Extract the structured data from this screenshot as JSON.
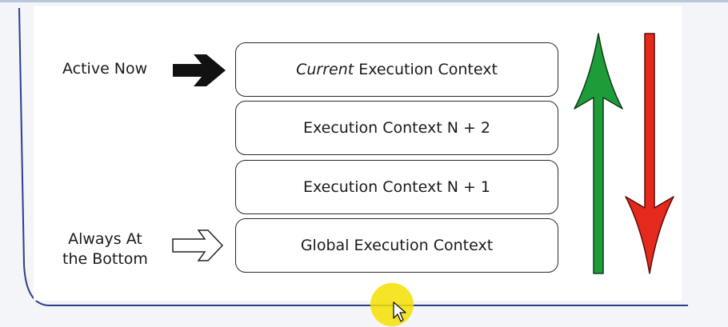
{
  "diagram": {
    "contexts": [
      {
        "emphasis": "Current",
        "label": "Execution Context"
      },
      {
        "emphasis": "",
        "label": "Execution Context N + 2"
      },
      {
        "emphasis": "",
        "label": "Execution Context N + 1"
      },
      {
        "emphasis": "",
        "label": "Global Execution Context"
      }
    ],
    "labels": {
      "active_now": "Active Now",
      "always_line1": "Always At",
      "always_line2": "the Bottom"
    }
  },
  "colors": {
    "push_arrow": "#1f9c3a",
    "pop_arrow": "#e52a1d",
    "frame_line": "#2c3e8c",
    "cursor_highlight": "#f5e100"
  },
  "icons": {
    "active_pointer": "solid-right-arrow-icon",
    "bottom_pointer": "outline-right-arrow-icon",
    "push": "green-up-arrow-icon",
    "pop": "red-down-arrow-icon",
    "mouse": "mouse-cursor-icon"
  }
}
